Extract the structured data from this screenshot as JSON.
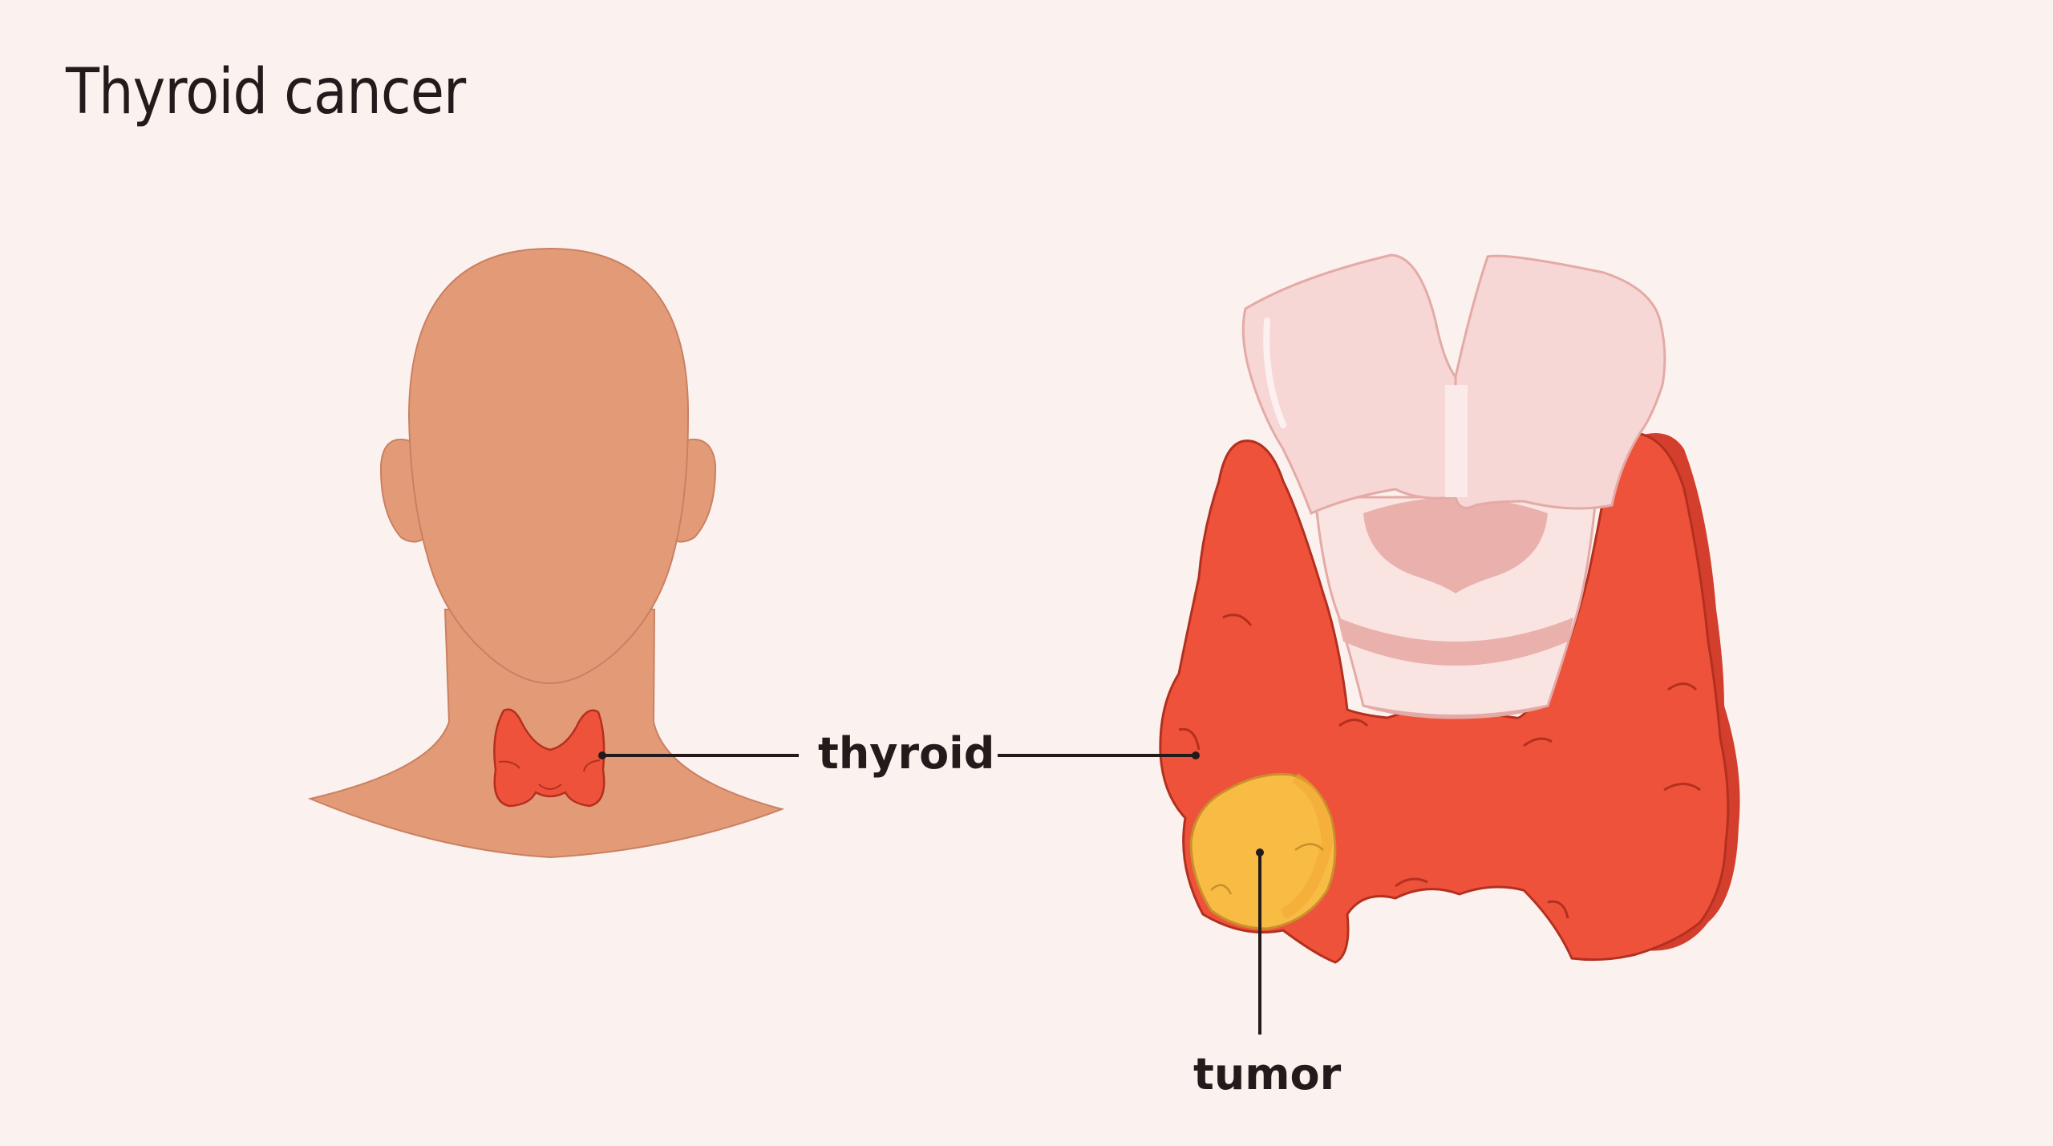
{
  "title": "Thyroid cancer",
  "labels": {
    "thyroid": "thyroid",
    "tumor": "tumor"
  },
  "colors": {
    "background": "#fbf1ef",
    "skin": "#e39b77",
    "skin_outline": "#c98062",
    "thyroid": "#ef523a",
    "thyroid_shadow": "#d43e2c",
    "thyroid_outline": "#b3301f",
    "trachea": "#f6d7d5",
    "trachea_inner": "#eab0ac",
    "tumor": "#f8bb44",
    "tumor_outline": "#c9902b",
    "text": "#231b1b"
  },
  "illustrations": [
    {
      "name": "head-and-neck-front-view",
      "shows": "thyroid gland position in neck"
    },
    {
      "name": "thyroid-gland-closeup",
      "shows": "thyroid lobes around trachea with tumor on left lobe"
    }
  ]
}
